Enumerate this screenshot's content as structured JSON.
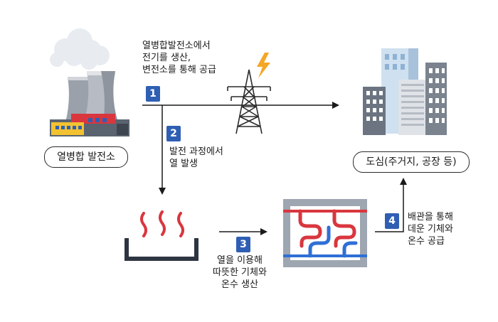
{
  "labels": {
    "plant": "열병합 발전소",
    "city": "도심(주거지, 공장 등)"
  },
  "steps": [
    {
      "number": "1",
      "lines": [
        "열병합발전소에서",
        "전기를 생산,",
        "변전소를 통해 공급"
      ]
    },
    {
      "number": "2",
      "lines": [
        "발전 과정에서",
        "열 발생"
      ]
    },
    {
      "number": "3",
      "lines": [
        "열을 이용해",
        "따뜻한 기체와",
        "온수 생산"
      ]
    },
    {
      "number": "4",
      "lines": [
        "배관을 통해",
        "데운 기체와",
        "온수 공급"
      ]
    }
  ],
  "colors": {
    "step_badge": "#2f5fb3",
    "bolt": "#f5a623",
    "pipe_hot": "#d9363e",
    "pipe_cold": "#2f6fd6",
    "steam": "#d9363e"
  },
  "icons": [
    "power-plant-icon",
    "lightning-bolt-icon",
    "transmission-tower-icon",
    "city-buildings-icon",
    "heat-vessel-icon",
    "heat-exchanger-icon"
  ]
}
